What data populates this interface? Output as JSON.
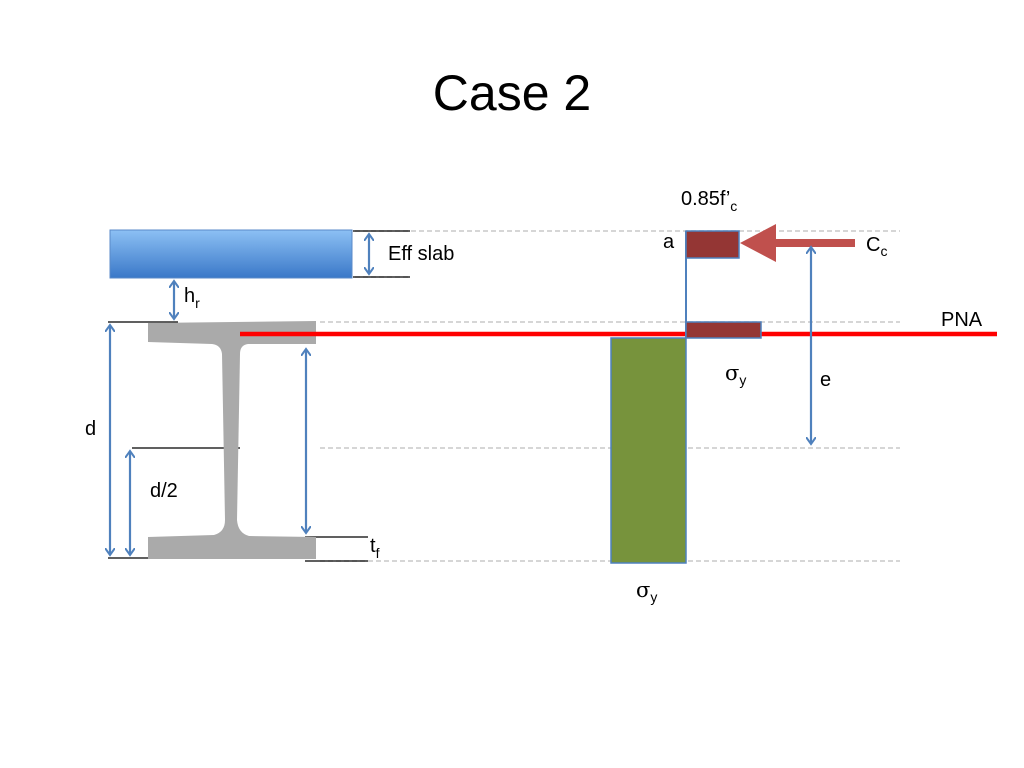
{
  "slide": {
    "title": "Case 2"
  },
  "labels": {
    "eff_slab": "Eff slab",
    "h": "h",
    "h_sub": "r",
    "d": "d",
    "d_half": "d/2",
    "t": "t",
    "t_sub": "f",
    "conc_stress": "0.85f’",
    "conc_stress_sub": "c",
    "a": "a",
    "C": "C",
    "C_sub": "c",
    "pna": "PNA",
    "sigma": "σ",
    "sigma_sub": "y",
    "e": "e"
  },
  "colors": {
    "slab": "#4a86d0",
    "steel_section": "#aaaaaa",
    "pna_line": "#ff0000",
    "arrow": "#4f81bd",
    "concrete_stress": "#943634",
    "steel_stress": "#77933c",
    "compression_arrow": "#c0504d",
    "dashed_line": "#c8c8c8"
  }
}
